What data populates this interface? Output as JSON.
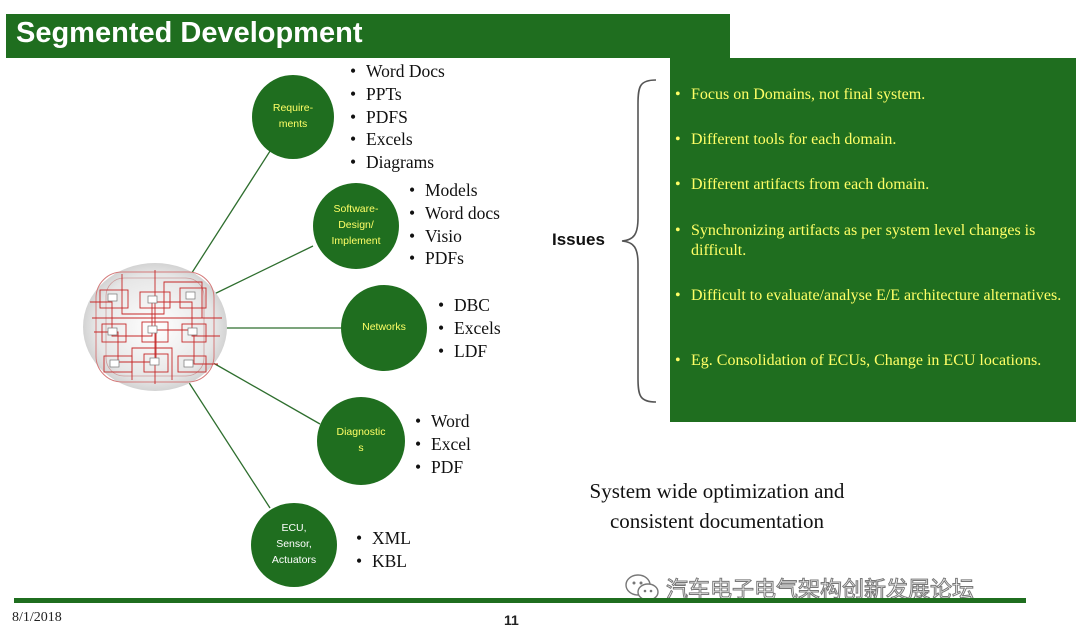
{
  "title": "Segmented Development",
  "domains": [
    {
      "label": "Require-\nments",
      "items": [
        "Word Docs",
        "PPTs",
        "PDFS",
        "Excels",
        "Diagrams"
      ]
    },
    {
      "label": "Software-\nDesign/\nImplement",
      "items": [
        "Models",
        "Word docs",
        "Visio",
        "PDFs"
      ]
    },
    {
      "label": "Networks",
      "items": [
        "DBC",
        "Excels",
        "LDF"
      ]
    },
    {
      "label": "Diagnostic\ns",
      "items": [
        "Word",
        "Excel",
        "PDF"
      ]
    },
    {
      "label": "ECU,\nSensor,\nActuators",
      "items": [
        "XML",
        "KBL"
      ]
    }
  ],
  "issues": {
    "label": "Issues",
    "items": [
      "Focus on Domains, not final system.",
      "Different tools for each domain.",
      "Different artifacts from each domain.",
      "Synchronizing artifacts as per system level changes is difficult.",
      "Difficult to evaluate/analyse E/E architecture alternatives.",
      "Eg. Consolidation of ECUs, Change in ECU locations."
    ]
  },
  "summary": "System wide optimization and consistent documentation",
  "watermark": "汽车电子电气架构创新发展论坛",
  "footer": {
    "date": "8/1/2018",
    "page": "11"
  },
  "colors": {
    "brand_green": "#1f6e1f",
    "highlight_yellow": "#ffff66"
  },
  "icons": {
    "car_diagram": "vehicle-ee-architecture-diagram-icon",
    "watermark_logo": "wechat-icon"
  }
}
